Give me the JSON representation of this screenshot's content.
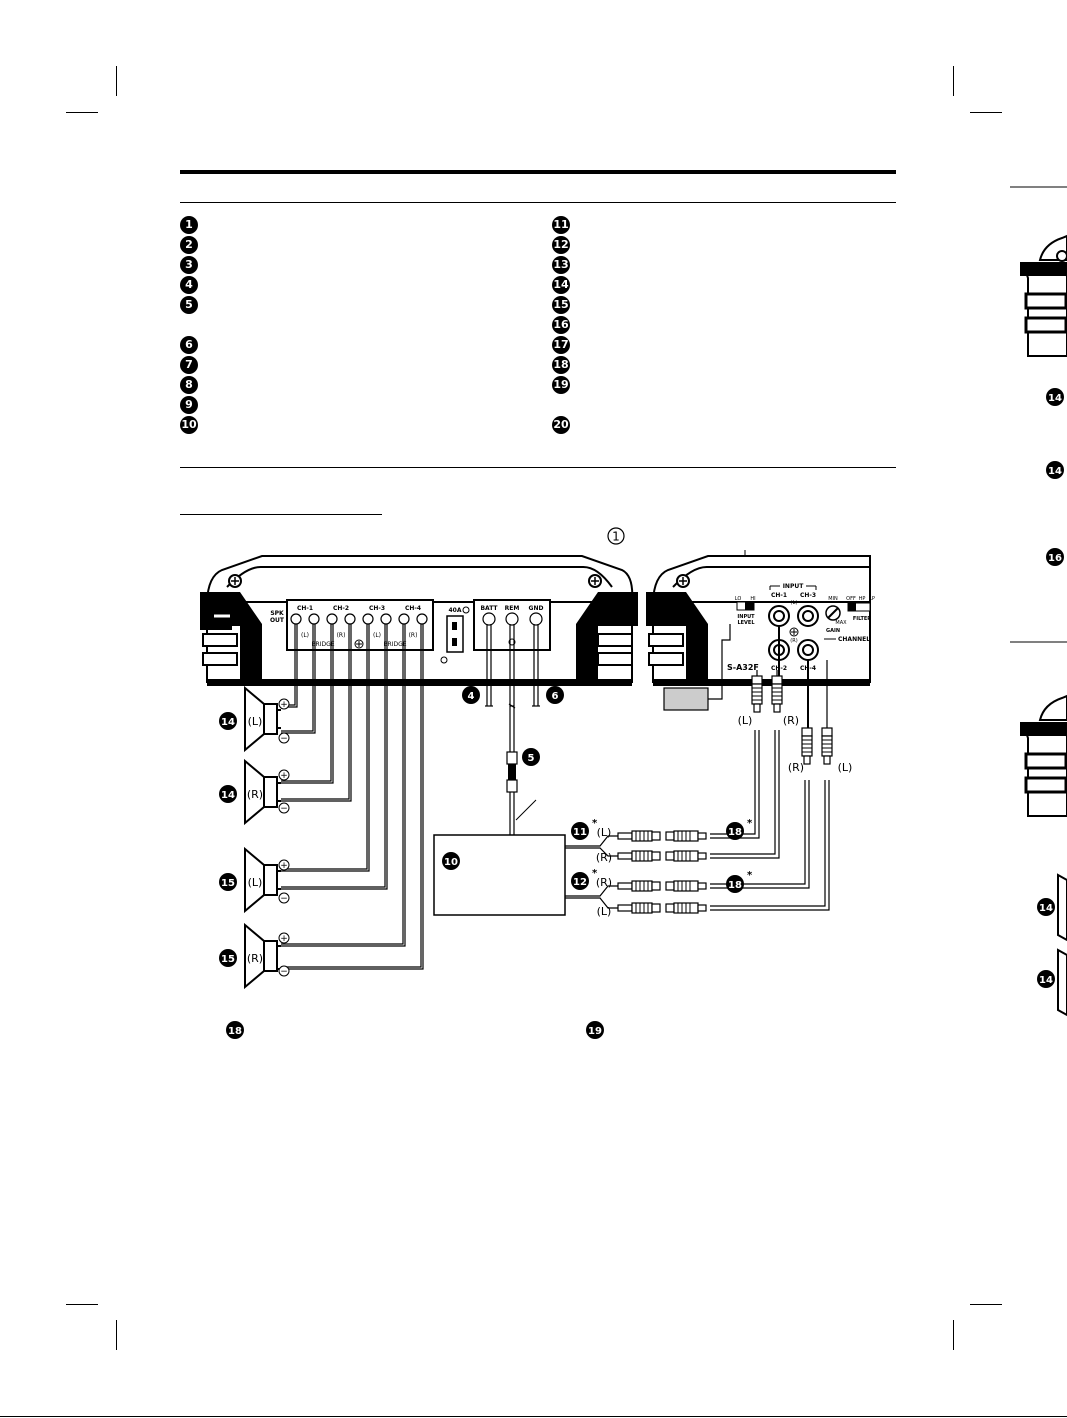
{
  "left_callouts": [
    "1",
    "2",
    "3",
    "4",
    "5",
    "6",
    "7",
    "8",
    "9",
    "10"
  ],
  "right_callouts": [
    "11",
    "12",
    "13",
    "14",
    "15",
    "16",
    "17",
    "18",
    "19",
    "20"
  ],
  "diagram": {
    "circled_ref": "1",
    "amp_left": {
      "spk_out": [
        "SPK",
        "OUT"
      ],
      "channels": [
        "CH-1",
        "CH-2",
        "CH-3",
        "CH-4"
      ],
      "lr": [
        "(L)",
        "(R)",
        "(L)",
        "(R)"
      ],
      "bridge": [
        "BRIDGE",
        "BRIDGE"
      ],
      "fuse": "40A",
      "power": [
        "BATT",
        "REM",
        "GND"
      ]
    },
    "amp_right": {
      "input": "INPUT",
      "input_ch": [
        "CH-1",
        "CH-3",
        "CH-2",
        "CH-4"
      ],
      "input_lr": [
        "(L)",
        "(R)"
      ],
      "input_level_vals": [
        "LO",
        "HI"
      ],
      "input_level": [
        "INPUT",
        "LEVEL"
      ],
      "gain": "GAIN",
      "gain_vals": [
        "MIN",
        "MAX"
      ],
      "filter_vals": [
        "OFF",
        "HP",
        "LP"
      ],
      "filter": "FILTER",
      "channel": "CHANNEL",
      "model": "S-A32F"
    },
    "speakers": [
      {
        "num": "14",
        "side": "(L)"
      },
      {
        "num": "14",
        "side": "(R)"
      },
      {
        "num": "15",
        "side": "(L)"
      },
      {
        "num": "15",
        "side": "(R)"
      }
    ],
    "plus": "+",
    "minus": "−",
    "cable_nums": [
      "4",
      "5",
      "6"
    ],
    "source_num": "10",
    "rca_groups": [
      {
        "num": "11",
        "star": "*",
        "lr": [
          "(L)",
          "(R)"
        ],
        "cable": "18"
      },
      {
        "num": "12",
        "star": "*",
        "lr": [
          "(R)",
          "(L)"
        ],
        "cable": "18"
      }
    ],
    "amp_input_lr_front": [
      "(L)",
      "(R)"
    ],
    "amp_input_lr_rear": [
      "(R)",
      "(L)"
    ],
    "footer_refs": [
      "18",
      "19"
    ]
  },
  "side_callouts": [
    "14",
    "14",
    "16",
    "14",
    "14"
  ]
}
